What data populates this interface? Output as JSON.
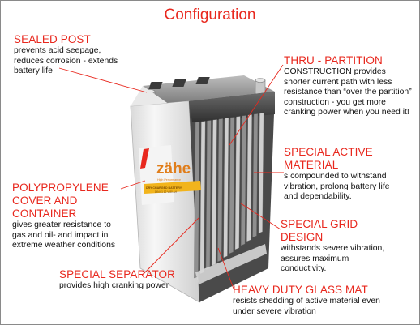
{
  "title": "Configuration",
  "brand": {
    "logo_text": "zähe",
    "sublabel": "High Performance",
    "band_text": "DRY CHARGED BATTERY",
    "band_text2": "DIN 01 12 V 80 AH"
  },
  "colors": {
    "accent": "#e8281e",
    "leader": "#e8281e",
    "body": "#111111"
  },
  "callouts": [
    {
      "id": "sealed-post",
      "heading": "SEALED POST",
      "description": "prevents acid seepage,\nreduces corrosion - extends\nbattery life"
    },
    {
      "id": "thru-partition",
      "heading": "THRU - PARTITION",
      "description": "CONSTRUCTION provides\nshorter current path with less\nresistance than “over the partition”\nconstruction - you get more\ncranking power when you need it!"
    },
    {
      "id": "special-active-material",
      "heading": "SPECIAL ACTIVE\nMATERIAL",
      "description": "s compounded to withstand\nvibration, prolong battery life\nand dependability."
    },
    {
      "id": "polypropylene-cover",
      "heading": "POLYPROPYLENE\nCOVER AND\nCONTAINER",
      "description": "gives greater resistance to\ngas and oil- and impact in\nextreme weather conditions"
    },
    {
      "id": "special-grid-design",
      "heading": "SPECIAL GRID\nDESIGN",
      "description": "withstands severe vibration,\nassures maximum\nconductivity."
    },
    {
      "id": "special-separator",
      "heading": "SPECIAL SEPARATOR",
      "description": "provides high cranking power"
    },
    {
      "id": "heavy-duty-glass-mat",
      "heading": "HEAVY DUTY GLASS MAT",
      "description": "resists shedding of active material even\nunder severe vibration"
    }
  ]
}
